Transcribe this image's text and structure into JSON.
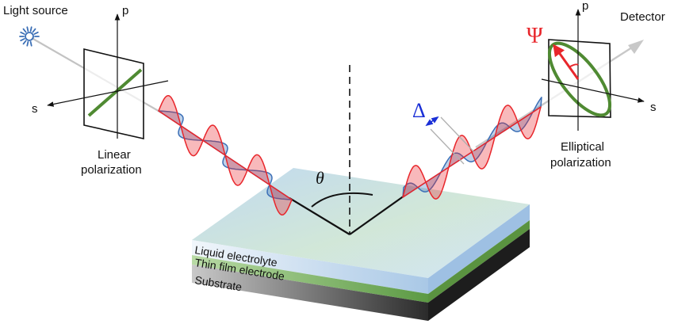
{
  "labels": {
    "light_source": "Light source",
    "detector": "Detector",
    "linear_1": "Linear",
    "linear_2": "polarization",
    "elliptical_1": "Elliptical",
    "elliptical_2": "polarization",
    "theta": "θ",
    "delta": "Δ",
    "psi": "Ψ",
    "axis_p": "p",
    "axis_s": "s"
  },
  "layers": [
    {
      "name": "Liquid electrolyte",
      "color": "#cfe3f6"
    },
    {
      "name": "Thin film electrode",
      "color": "#6aa84f"
    },
    {
      "name": "Substrate",
      "color": "#5a5a5a"
    }
  ],
  "colors": {
    "p_wave": "#e8262b",
    "s_wave": "#3b6fb6",
    "polarizer_line": "#4f8a32",
    "psi": "#e8262b",
    "delta": "#1a2fd6",
    "source_icon": "#3b6fb6",
    "beam": "#b9b9b9"
  },
  "icons": {
    "source": "sun-burst-icon",
    "detector": "arrow-head-icon"
  }
}
